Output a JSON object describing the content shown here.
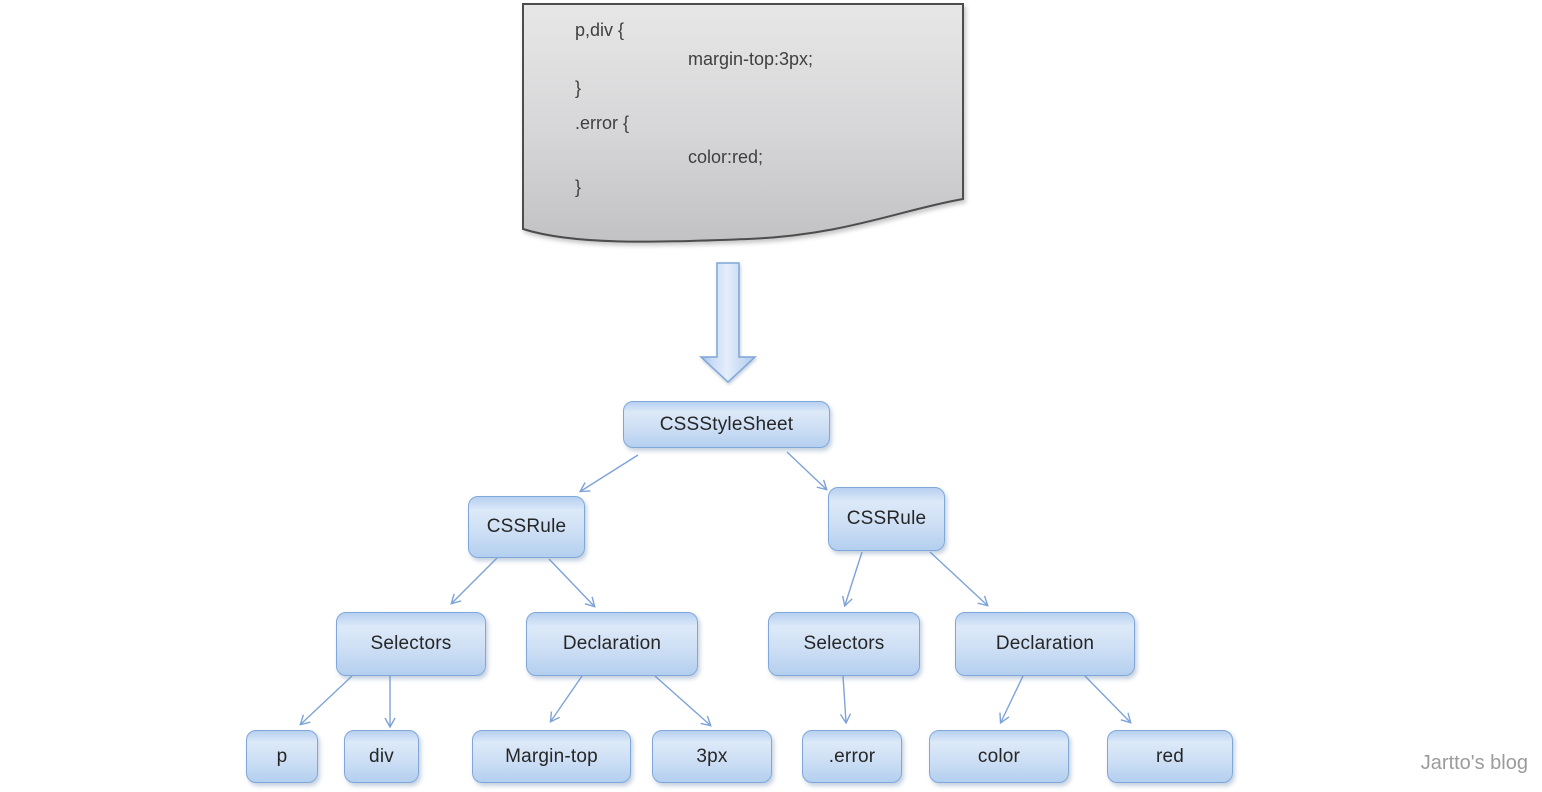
{
  "watermark": "Jartto's blog",
  "source_document": {
    "description": "css-source-code-sheet",
    "lines": [
      "p,div {",
      "margin-top:3px;",
      "}",
      ".error {",
      "color:red;",
      "}"
    ]
  },
  "tree": {
    "nodes": {
      "stylesheet": "CSSStyleSheet",
      "rule1": "CSSRule",
      "rule2": "CSSRule",
      "selectors1": "Selectors",
      "declaration1": "Declaration",
      "selectors2": "Selectors",
      "declaration2": "Declaration",
      "p": "p",
      "div": "div",
      "margin_top": "Margin-top",
      "px3": "3px",
      "error": ".error",
      "color": "color",
      "red": "red"
    },
    "edges": [
      {
        "from": "stylesheet",
        "to": "rule1"
      },
      {
        "from": "stylesheet",
        "to": "rule2"
      },
      {
        "from": "rule1",
        "to": "selectors1"
      },
      {
        "from": "rule1",
        "to": "declaration1"
      },
      {
        "from": "rule2",
        "to": "selectors2"
      },
      {
        "from": "rule2",
        "to": "declaration2"
      },
      {
        "from": "selectors1",
        "to": "p"
      },
      {
        "from": "selectors1",
        "to": "div"
      },
      {
        "from": "declaration1",
        "to": "margin_top"
      },
      {
        "from": "declaration1",
        "to": "px3"
      },
      {
        "from": "selectors2",
        "to": "error"
      },
      {
        "from": "declaration2",
        "to": "color"
      },
      {
        "from": "declaration2",
        "to": "red"
      }
    ]
  },
  "colors": {
    "node_border": "#7fa7d9",
    "node_fill_light": "#dce9f8",
    "node_fill_blue": "#b4cfef",
    "connector": "#7da3d8",
    "document_fill_top": "#e7e7e7",
    "document_fill_bottom": "#c2c2c5",
    "document_border": "#4d4d4d",
    "arrow_fill_light": "#e4eefb",
    "arrow_fill_dark": "#9bbde4",
    "arrow_border": "#7ea6d8",
    "code_text": "#3f3f3f",
    "watermark_text": "#9b9b9b"
  }
}
